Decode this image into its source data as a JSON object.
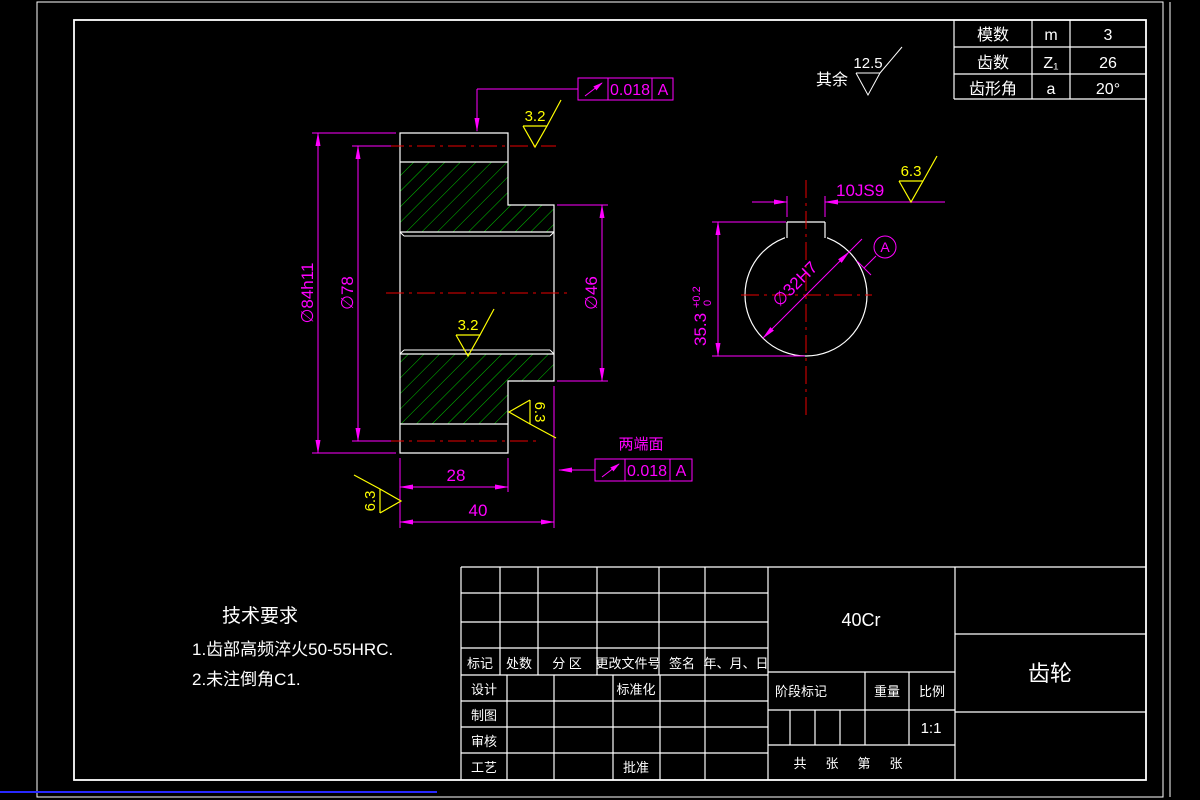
{
  "colors": {
    "bg": "#000000",
    "line": "#ffffff",
    "dim": "#ff00ff",
    "center": "#e80000",
    "rough": "#ffff00",
    "hatch": "#00c800",
    "accent": "#2828ff"
  },
  "param_table": {
    "rows": [
      {
        "label": "模数",
        "symbol": "m",
        "value": "3"
      },
      {
        "label": "齿数",
        "symbol": "Z₁",
        "value": "26"
      },
      {
        "label": "齿形角",
        "symbol": "a",
        "value": "20°"
      }
    ]
  },
  "default_roughness": {
    "prefix": "其余",
    "value": "12.5"
  },
  "roughness": {
    "tooth_flank": "3.2",
    "bore": "3.2",
    "right_face": "6.3",
    "left_face": "6.3",
    "keyway": "6.3"
  },
  "dimensions": {
    "outer_dia": "∅84h11",
    "pitch_dia": "∅78",
    "hub_dia": "∅46",
    "bore_dia": "∅32H7",
    "rim_width": "28",
    "total_width": "40",
    "keyway_width": "10JS9",
    "keyway_depth": "35.3",
    "keyway_depth_upper": "+0.2",
    "keyway_depth_lower": "0"
  },
  "tolerance_frames": {
    "top": {
      "value": "0.018",
      "datum": "A"
    },
    "bottom": {
      "label": "两端面",
      "value": "0.018",
      "datum": "A"
    }
  },
  "datum": {
    "label": "A"
  },
  "tech_requirements": {
    "title": "技术要求",
    "items": [
      "1.齿部高频淬火50-55HRC.",
      "2.未注倒角C1."
    ]
  },
  "title_block": {
    "material": "40Cr",
    "part_name": "齿轮",
    "stage_label": "阶段标记",
    "weight_label": "重量",
    "scale_label": "比例",
    "scale_value": "1:1",
    "sheet_words": [
      "共",
      "张",
      "第",
      "张"
    ],
    "rev_headers": {
      "mark": "标记",
      "count": "处数",
      "zone": "分 区",
      "doc_no": "更改文件号",
      "sign": "签名",
      "date": "年、月、日"
    },
    "roles": {
      "design": "设计",
      "draft": "制图",
      "check": "审核",
      "process": "工艺",
      "standard": "标准化",
      "approve": "批准"
    }
  }
}
